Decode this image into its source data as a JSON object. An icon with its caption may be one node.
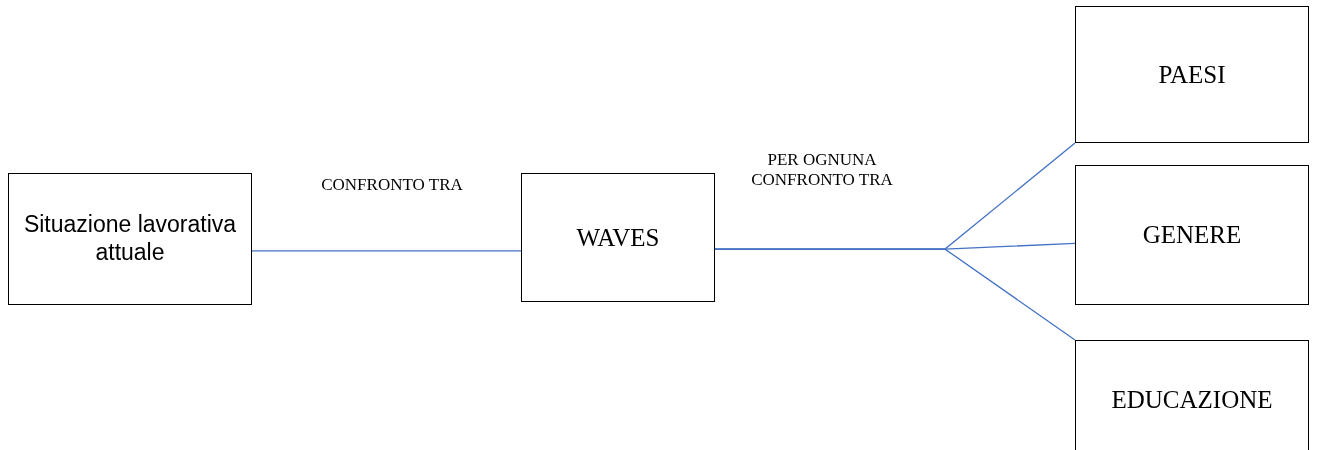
{
  "diagram": {
    "nodes": [
      {
        "text": [
          "Situazione lavorativa attuale"
        ]
      },
      {
        "text": [
          "WAVES"
        ]
      },
      {
        "text": [
          "PAESI"
        ]
      },
      {
        "text": [
          "GENERE"
        ]
      },
      {
        "text": [
          "EDUCAZIONE"
        ]
      }
    ],
    "edges": [
      {
        "from": 0,
        "to": 1,
        "arrow": "none",
        "label": "CONFRONTO TRA"
      },
      {
        "from": 1,
        "to": 2,
        "arrow": "none"
      },
      {
        "from": 1,
        "to": 3,
        "arrow": "none",
        "label": "PER OGNUNA CONFRONTO TRA"
      },
      {
        "from": 1,
        "to": 4,
        "arrow": "none"
      }
    ]
  }
}
